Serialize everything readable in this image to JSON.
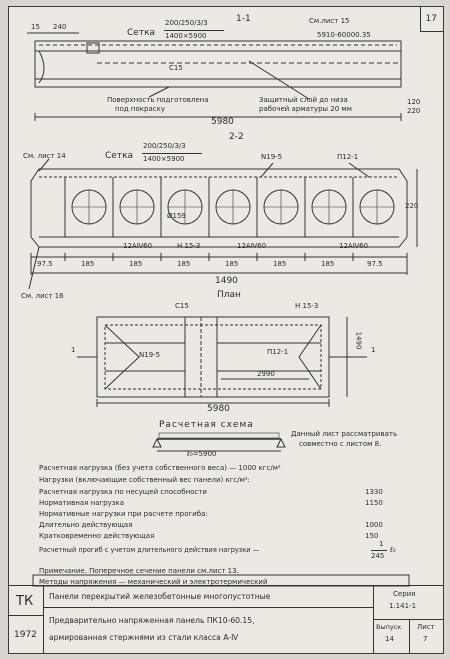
{
  "sheet": {
    "number": "17"
  },
  "section_1_1": {
    "title": "1-1",
    "mesh_label": "Сетка",
    "mesh_fraction_top": "200/250/3/3",
    "mesh_fraction_bottom": "1400×5900",
    "sheet_ref": "См.лист 15",
    "dim_15": "15",
    "dim_240": "240",
    "c15": "С15",
    "ref_code": "5910-60000.35",
    "surface_note_line1": "Поверхность подготовлена",
    "surface_note_line2": "под покраску",
    "cover_note_line1": "Защитный слой до низа",
    "cover_note_line2": "рабочей арматуры 20 мм",
    "dim_120": "120",
    "dim_220": "220",
    "length": "5980"
  },
  "section_2_2": {
    "title": "2-2",
    "sheet_ref_14": "См. лист 14",
    "mesh_label": "Сетка",
    "mesh_fraction_top": "200/250/3/3",
    "mesh_fraction_bottom": "1400×5900",
    "n19": "N19-5",
    "p12": "П12-1",
    "diam": "Ø159",
    "bar_a": "12АⅣ60",
    "h15": "Н 15-3",
    "bar_b": "12АⅣ60",
    "bar_c": "12АⅣ60",
    "height": "220",
    "dims": [
      "97.5",
      "185",
      "185",
      "185",
      "185",
      "185",
      "185",
      "97.5"
    ],
    "total_width": "1490",
    "sheet_ref_16": "См. лист 16"
  },
  "plan": {
    "title": "План",
    "c15": "С15",
    "h15": "Н 15-3",
    "n19": "N19-5",
    "p12": "П12-1",
    "dim_2990": "2990",
    "dim_1490": "1490",
    "length": "5980",
    "mark_1": "1"
  },
  "scheme": {
    "title": "Расчетная схема",
    "span": "ℓ₀=5900",
    "note_line1": "Данный лист рассматривать",
    "note_line2": "совместно с листом 8."
  },
  "loads": {
    "calc_load": "Расчетная нагрузка (без учета собственного веса) — 1000 кгс/м²",
    "header": "Нагрузки (включающие собственный вес панели) кгс/м²:",
    "rows": [
      {
        "label": "Расчетная нагрузка по несущей способности",
        "value": "1330"
      },
      {
        "label": "Нормативная нагрузка",
        "value": "1150"
      },
      {
        "label": "Нормативные нагрузки при расчете прогиба:",
        "value": ""
      },
      {
        "label": "Длительно действующая",
        "value": "1000"
      },
      {
        "label": "Кратковременно действующая",
        "value": "150"
      }
    ],
    "deflection_label": "Расчетный прогиб с учетом длительного действия нагрузки —",
    "deflection_num": "1",
    "deflection_den": "245",
    "deflection_unit": "ℓ₀",
    "note": "Примечание. Поперечное сечение панели см.лист 13.",
    "tension_method": "Методы напряжения — механический и электротермический"
  },
  "title_block": {
    "tk": "ТК",
    "year": "1972",
    "line1": "Панели перекрытий железобетонные многопустотные",
    "line2": "Предварительно напряженная панель ПК10-60.15,",
    "line3": "армированная стержнями из стали класса А-Ⅳ",
    "series_label": "Серия",
    "series_value": "1.141-1",
    "issue_label": "Выпуск",
    "issue_value": "14",
    "sheet_label": "Лист",
    "sheet_value": "7"
  }
}
